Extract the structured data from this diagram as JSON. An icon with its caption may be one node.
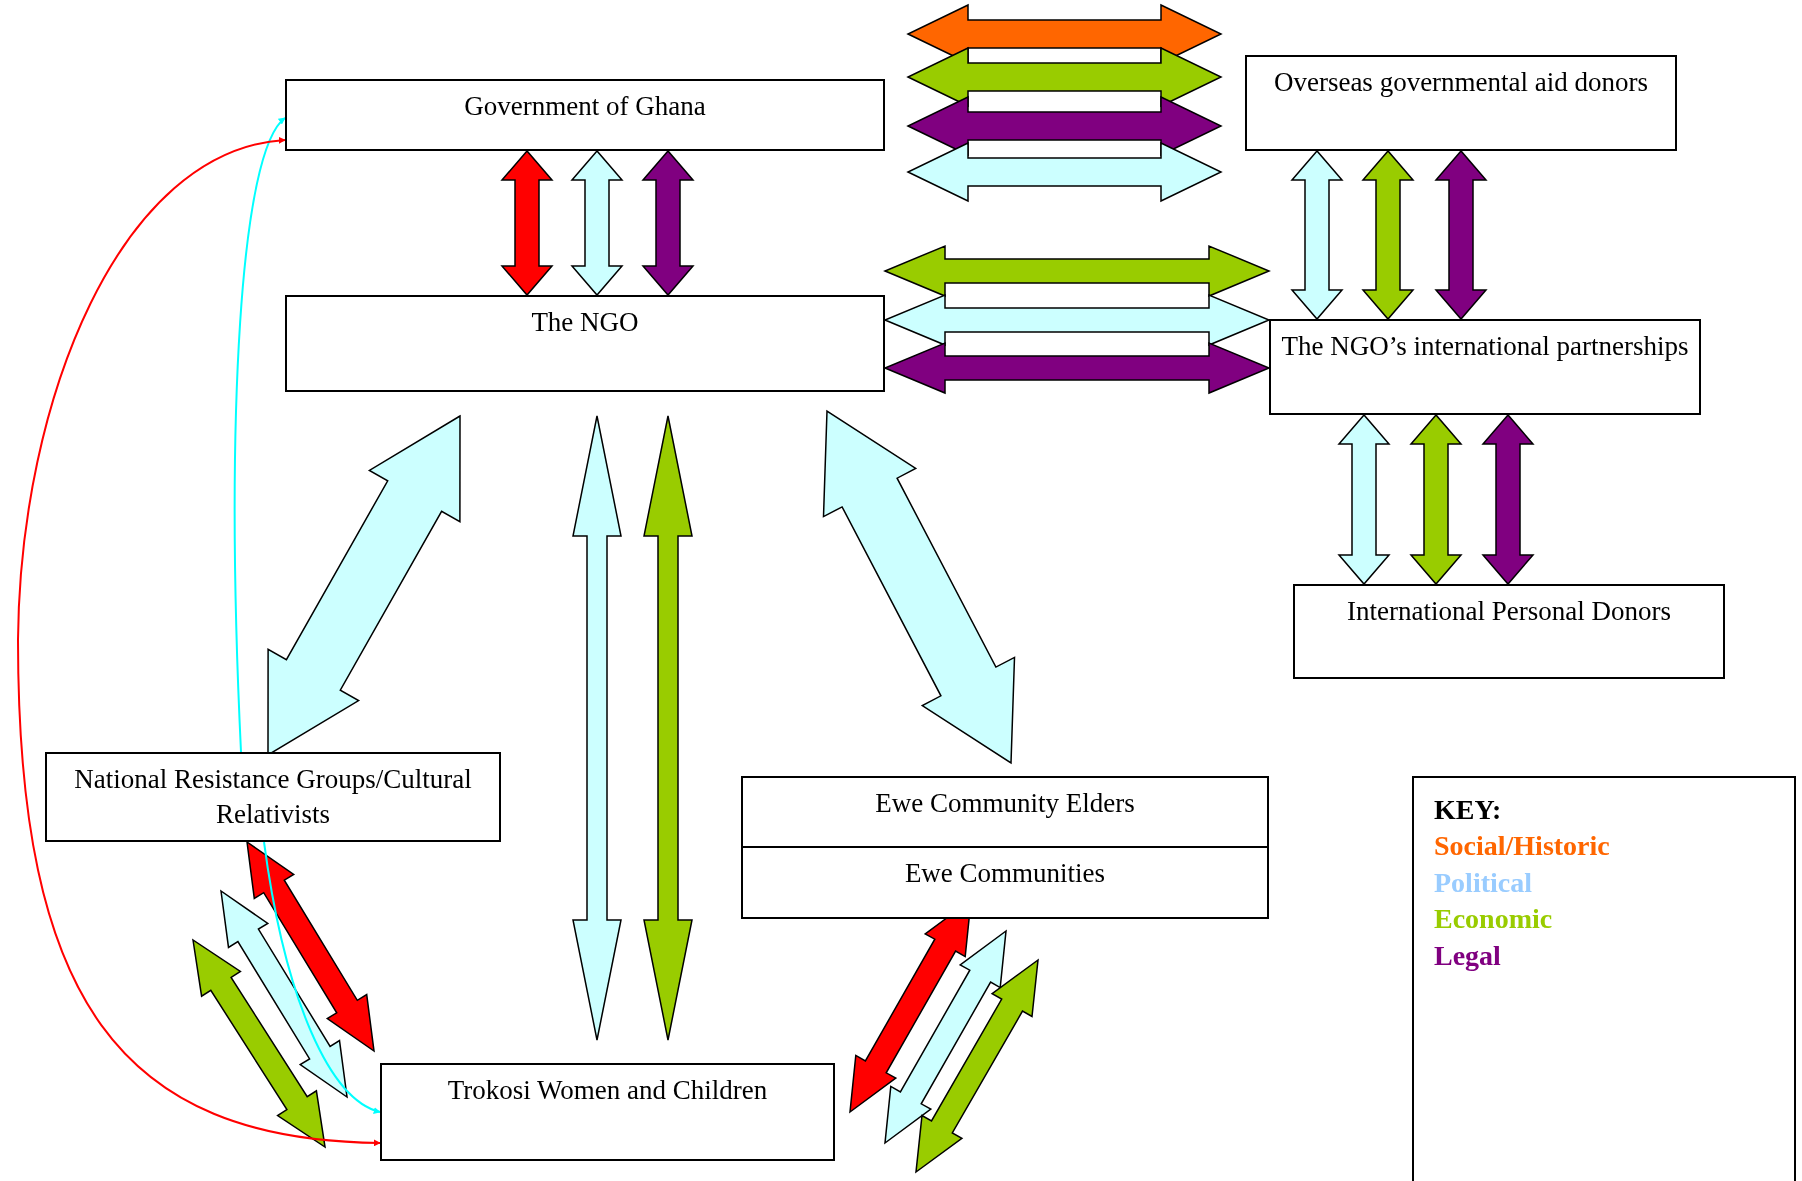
{
  "diagram": {
    "nodes": [
      {
        "text": [
          "Government of Ghana"
        ]
      },
      {
        "text": [
          "Overseas governmental aid donors"
        ]
      },
      {
        "text": [
          "The NGO"
        ]
      },
      {
        "text": [
          "The NGO’s international partnerships"
        ]
      },
      {
        "text": [
          "International Personal Donors"
        ]
      },
      {
        "text": [
          "National Resistance Groups/Cultural Relativists"
        ]
      },
      {
        "text": [
          "Ewe Community Elders"
        ]
      },
      {
        "text": [
          "Ewe Communities"
        ]
      },
      {
        "text": [
          "Trokosi Women and Children"
        ]
      }
    ],
    "edges": [
      {
        "from": 0,
        "to": 1,
        "arrow": "both",
        "style": "thick",
        "color": "#ff6600"
      },
      {
        "from": 0,
        "to": 1,
        "arrow": "both",
        "style": "thick",
        "color": "#99cc00"
      },
      {
        "from": 0,
        "to": 1,
        "arrow": "both",
        "style": "thick",
        "color": "#800080"
      },
      {
        "from": 0,
        "to": 1,
        "arrow": "both",
        "style": "thick",
        "color": "#ccffff"
      },
      {
        "from": 0,
        "to": 2,
        "arrow": "both",
        "style": "thick",
        "color": "#ff0000"
      },
      {
        "from": 0,
        "to": 2,
        "arrow": "both",
        "style": "thick",
        "color": "#ccffff"
      },
      {
        "from": 0,
        "to": 2,
        "arrow": "both",
        "style": "thick",
        "color": "#800080"
      },
      {
        "from": 1,
        "to": 3,
        "arrow": "both",
        "style": "thick",
        "color": "#ccffff"
      },
      {
        "from": 1,
        "to": 3,
        "arrow": "both",
        "style": "thick",
        "color": "#99cc00"
      },
      {
        "from": 1,
        "to": 3,
        "arrow": "both",
        "style": "thick",
        "color": "#800080"
      },
      {
        "from": 2,
        "to": 3,
        "arrow": "both",
        "style": "thick",
        "color": "#99cc00"
      },
      {
        "from": 2,
        "to": 3,
        "arrow": "both",
        "style": "thick",
        "color": "#ccffff"
      },
      {
        "from": 2,
        "to": 3,
        "arrow": "both",
        "style": "thick",
        "color": "#800080"
      },
      {
        "from": 3,
        "to": 4,
        "arrow": "both",
        "style": "thick",
        "color": "#ccffff"
      },
      {
        "from": 3,
        "to": 4,
        "arrow": "both",
        "style": "thick",
        "color": "#99cc00"
      },
      {
        "from": 3,
        "to": 4,
        "arrow": "both",
        "style": "thick",
        "color": "#800080"
      },
      {
        "from": 2,
        "to": 5,
        "arrow": "both",
        "style": "thick",
        "color": "#ccffff"
      },
      {
        "from": 2,
        "to": 8,
        "arrow": "both",
        "style": "thick",
        "color": "#ccffff"
      },
      {
        "from": 2,
        "to": 8,
        "arrow": "both",
        "style": "thick",
        "color": "#99cc00"
      },
      {
        "from": 2,
        "to": 6,
        "arrow": "both",
        "style": "thick",
        "color": "#ccffff"
      },
      {
        "from": 5,
        "to": 8,
        "arrow": "both",
        "style": "thick",
        "color": "#ff0000"
      },
      {
        "from": 5,
        "to": 8,
        "arrow": "both",
        "style": "thick",
        "color": "#ccffff"
      },
      {
        "from": 5,
        "to": 8,
        "arrow": "both",
        "style": "thick",
        "color": "#99cc00"
      },
      {
        "from": 7,
        "to": 8,
        "arrow": "both",
        "style": "thick",
        "color": "#ff0000"
      },
      {
        "from": 7,
        "to": 8,
        "arrow": "both",
        "style": "thick",
        "color": "#ccffff"
      },
      {
        "from": 7,
        "to": 8,
        "arrow": "both",
        "style": "thick",
        "color": "#99cc00"
      },
      {
        "from": 5,
        "to": 0,
        "arrow": "to",
        "color": "#00ffff"
      },
      {
        "from": 5,
        "to": 8,
        "arrow": "to",
        "color": "#00ffff"
      },
      {
        "from": 0,
        "to": 8,
        "arrow": "both",
        "color": "#ff0000"
      }
    ],
    "labels": [
      "KEY:"
    ],
    "legend": [
      {
        "text": "Social/Historic",
        "color": "#ff6600"
      },
      {
        "text": "Political",
        "color": "#99ccff"
      },
      {
        "text": "Economic",
        "color": "#99cc00"
      },
      {
        "text": "Legal",
        "color": "#800080"
      }
    ]
  }
}
